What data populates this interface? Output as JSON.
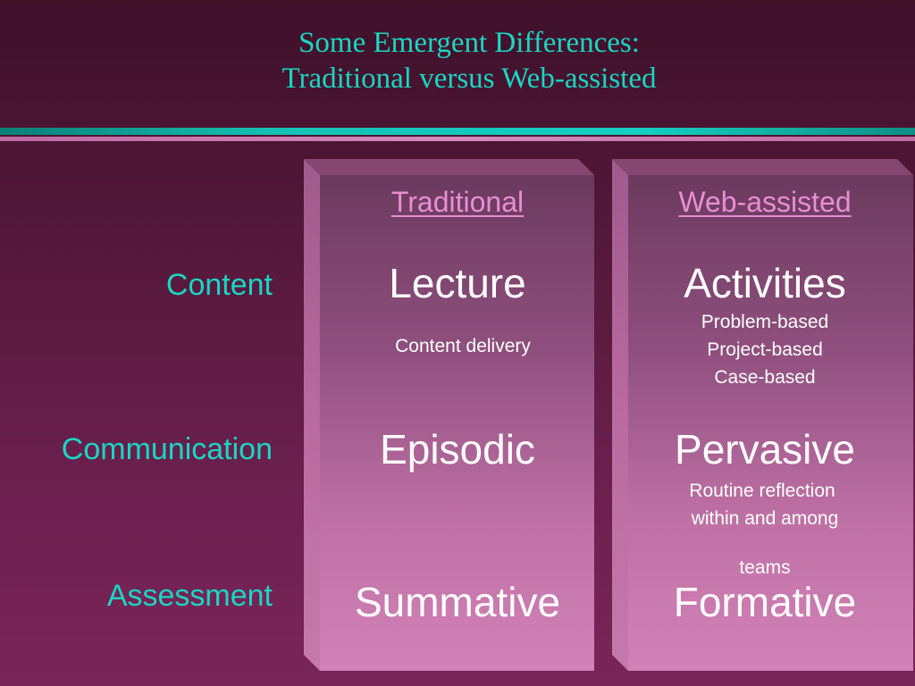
{
  "title": {
    "line1": "Some Emergent Differences:",
    "line2": "Traditional versus Web-assisted"
  },
  "rows": {
    "content": "Content",
    "communication": "Communication",
    "assessment": "Assessment"
  },
  "traditional": {
    "heading": "Traditional",
    "content": "Lecture",
    "content_detail": "Content delivery",
    "communication": "Episodic",
    "assessment": "Summative"
  },
  "web_assisted": {
    "heading": "Web-assisted",
    "content": "Activities",
    "content_detail": [
      "Problem-based",
      "Project-based",
      "Case-based"
    ],
    "communication": "Pervasive",
    "communication_detail": [
      "Routine reflection",
      "within and among",
      "teams"
    ],
    "assessment": "Formative"
  },
  "colors": {
    "accent_teal": "#19d6c4",
    "heading_pink": "#e98ed1",
    "text_white": "#ffffff"
  }
}
